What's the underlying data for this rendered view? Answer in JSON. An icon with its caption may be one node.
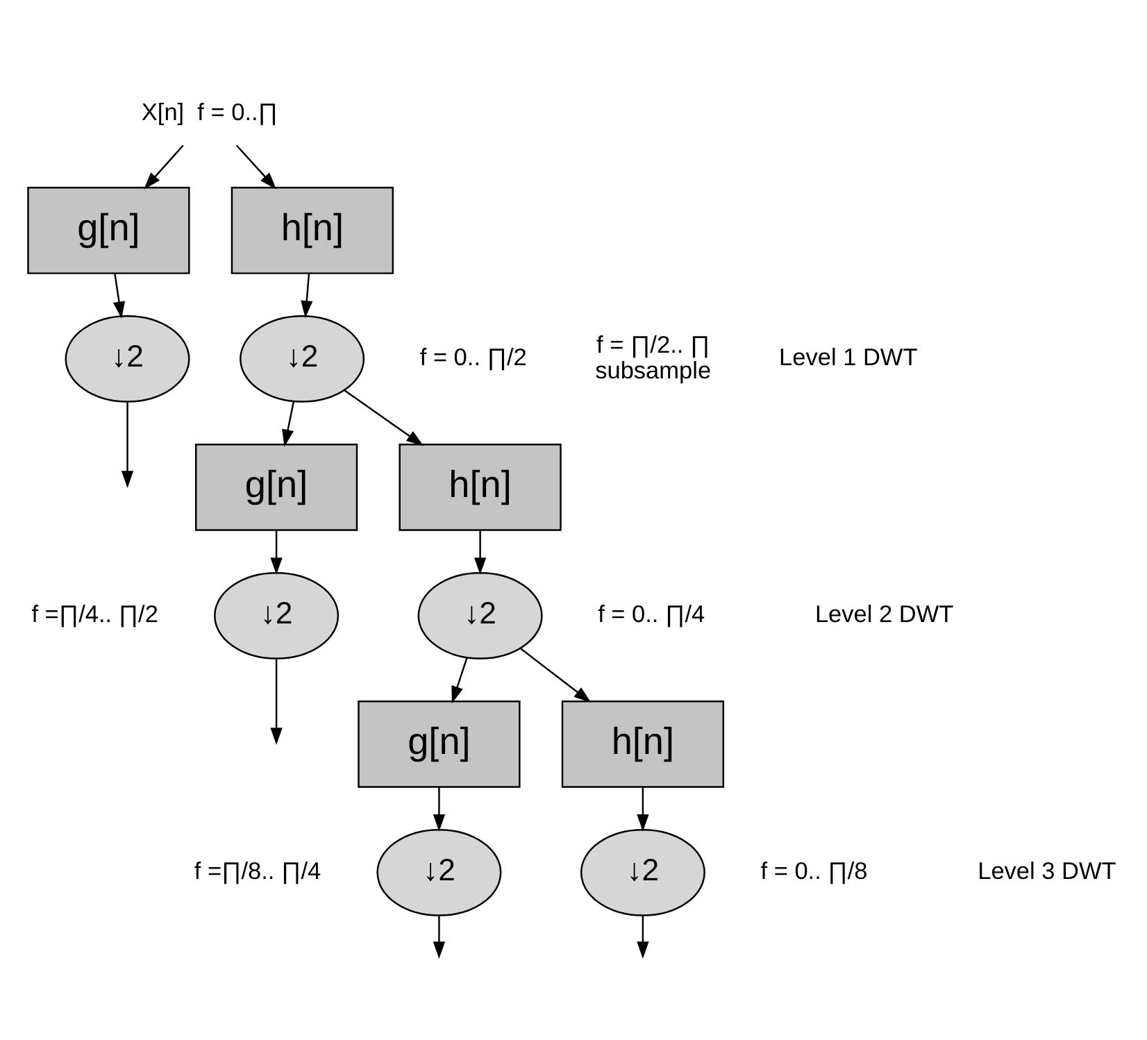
{
  "diagram": {
    "nodes": [
      {
        "text": [
          "X[n]  f = 0..∏"
        ]
      },
      {
        "text": [
          "g[n]"
        ]
      },
      {
        "text": [
          "h[n]"
        ]
      },
      {
        "text": [
          "↓2"
        ],
        "beside": [
          "f = ∏/2.. ∏",
          "subsample"
        ]
      },
      {
        "text": [
          "↓2"
        ],
        "beside": [
          "f = 0.. ∏/2"
        ]
      },
      {
        "text": [
          "g[n]"
        ]
      },
      {
        "text": [
          "h[n]"
        ]
      },
      {
        "text": [
          "↓2"
        ],
        "beside": [
          "f =∏/4.. ∏/2"
        ]
      },
      {
        "text": [
          "↓2"
        ],
        "beside": [
          "f = 0.. ∏/4"
        ]
      },
      {
        "text": [
          "g[n]"
        ]
      },
      {
        "text": [
          "h[n]"
        ]
      },
      {
        "text": [
          "↓2"
        ],
        "beside": [
          "f =∏/8.. ∏/4"
        ]
      },
      {
        "text": [
          "↓2"
        ],
        "beside": [
          "f = 0.. ∏/8"
        ]
      }
    ],
    "edges": [
      {
        "from": 0,
        "to": 1,
        "arrow": "to"
      },
      {
        "from": 0,
        "to": 2,
        "arrow": "to"
      },
      {
        "from": 1,
        "to": 3,
        "arrow": "to"
      },
      {
        "from": 2,
        "to": 4,
        "arrow": "to"
      },
      {
        "from": 3,
        "to": null,
        "arrow": "to"
      },
      {
        "from": 4,
        "to": 5,
        "arrow": "to"
      },
      {
        "from": 4,
        "to": 6,
        "arrow": "to"
      },
      {
        "from": 5,
        "to": 7,
        "arrow": "to"
      },
      {
        "from": 6,
        "to": 8,
        "arrow": "to"
      },
      {
        "from": 7,
        "to": null,
        "arrow": "to"
      },
      {
        "from": 8,
        "to": 9,
        "arrow": "to"
      },
      {
        "from": 8,
        "to": 10,
        "arrow": "to"
      },
      {
        "from": 9,
        "to": 11,
        "arrow": "to"
      },
      {
        "from": 10,
        "to": 12,
        "arrow": "to"
      },
      {
        "from": 11,
        "to": null,
        "arrow": "to"
      },
      {
        "from": 12,
        "to": null,
        "arrow": "to"
      }
    ],
    "labels": [
      "Level 1 DWT",
      "Level 2 DWT",
      "Level 3 DWT"
    ]
  }
}
